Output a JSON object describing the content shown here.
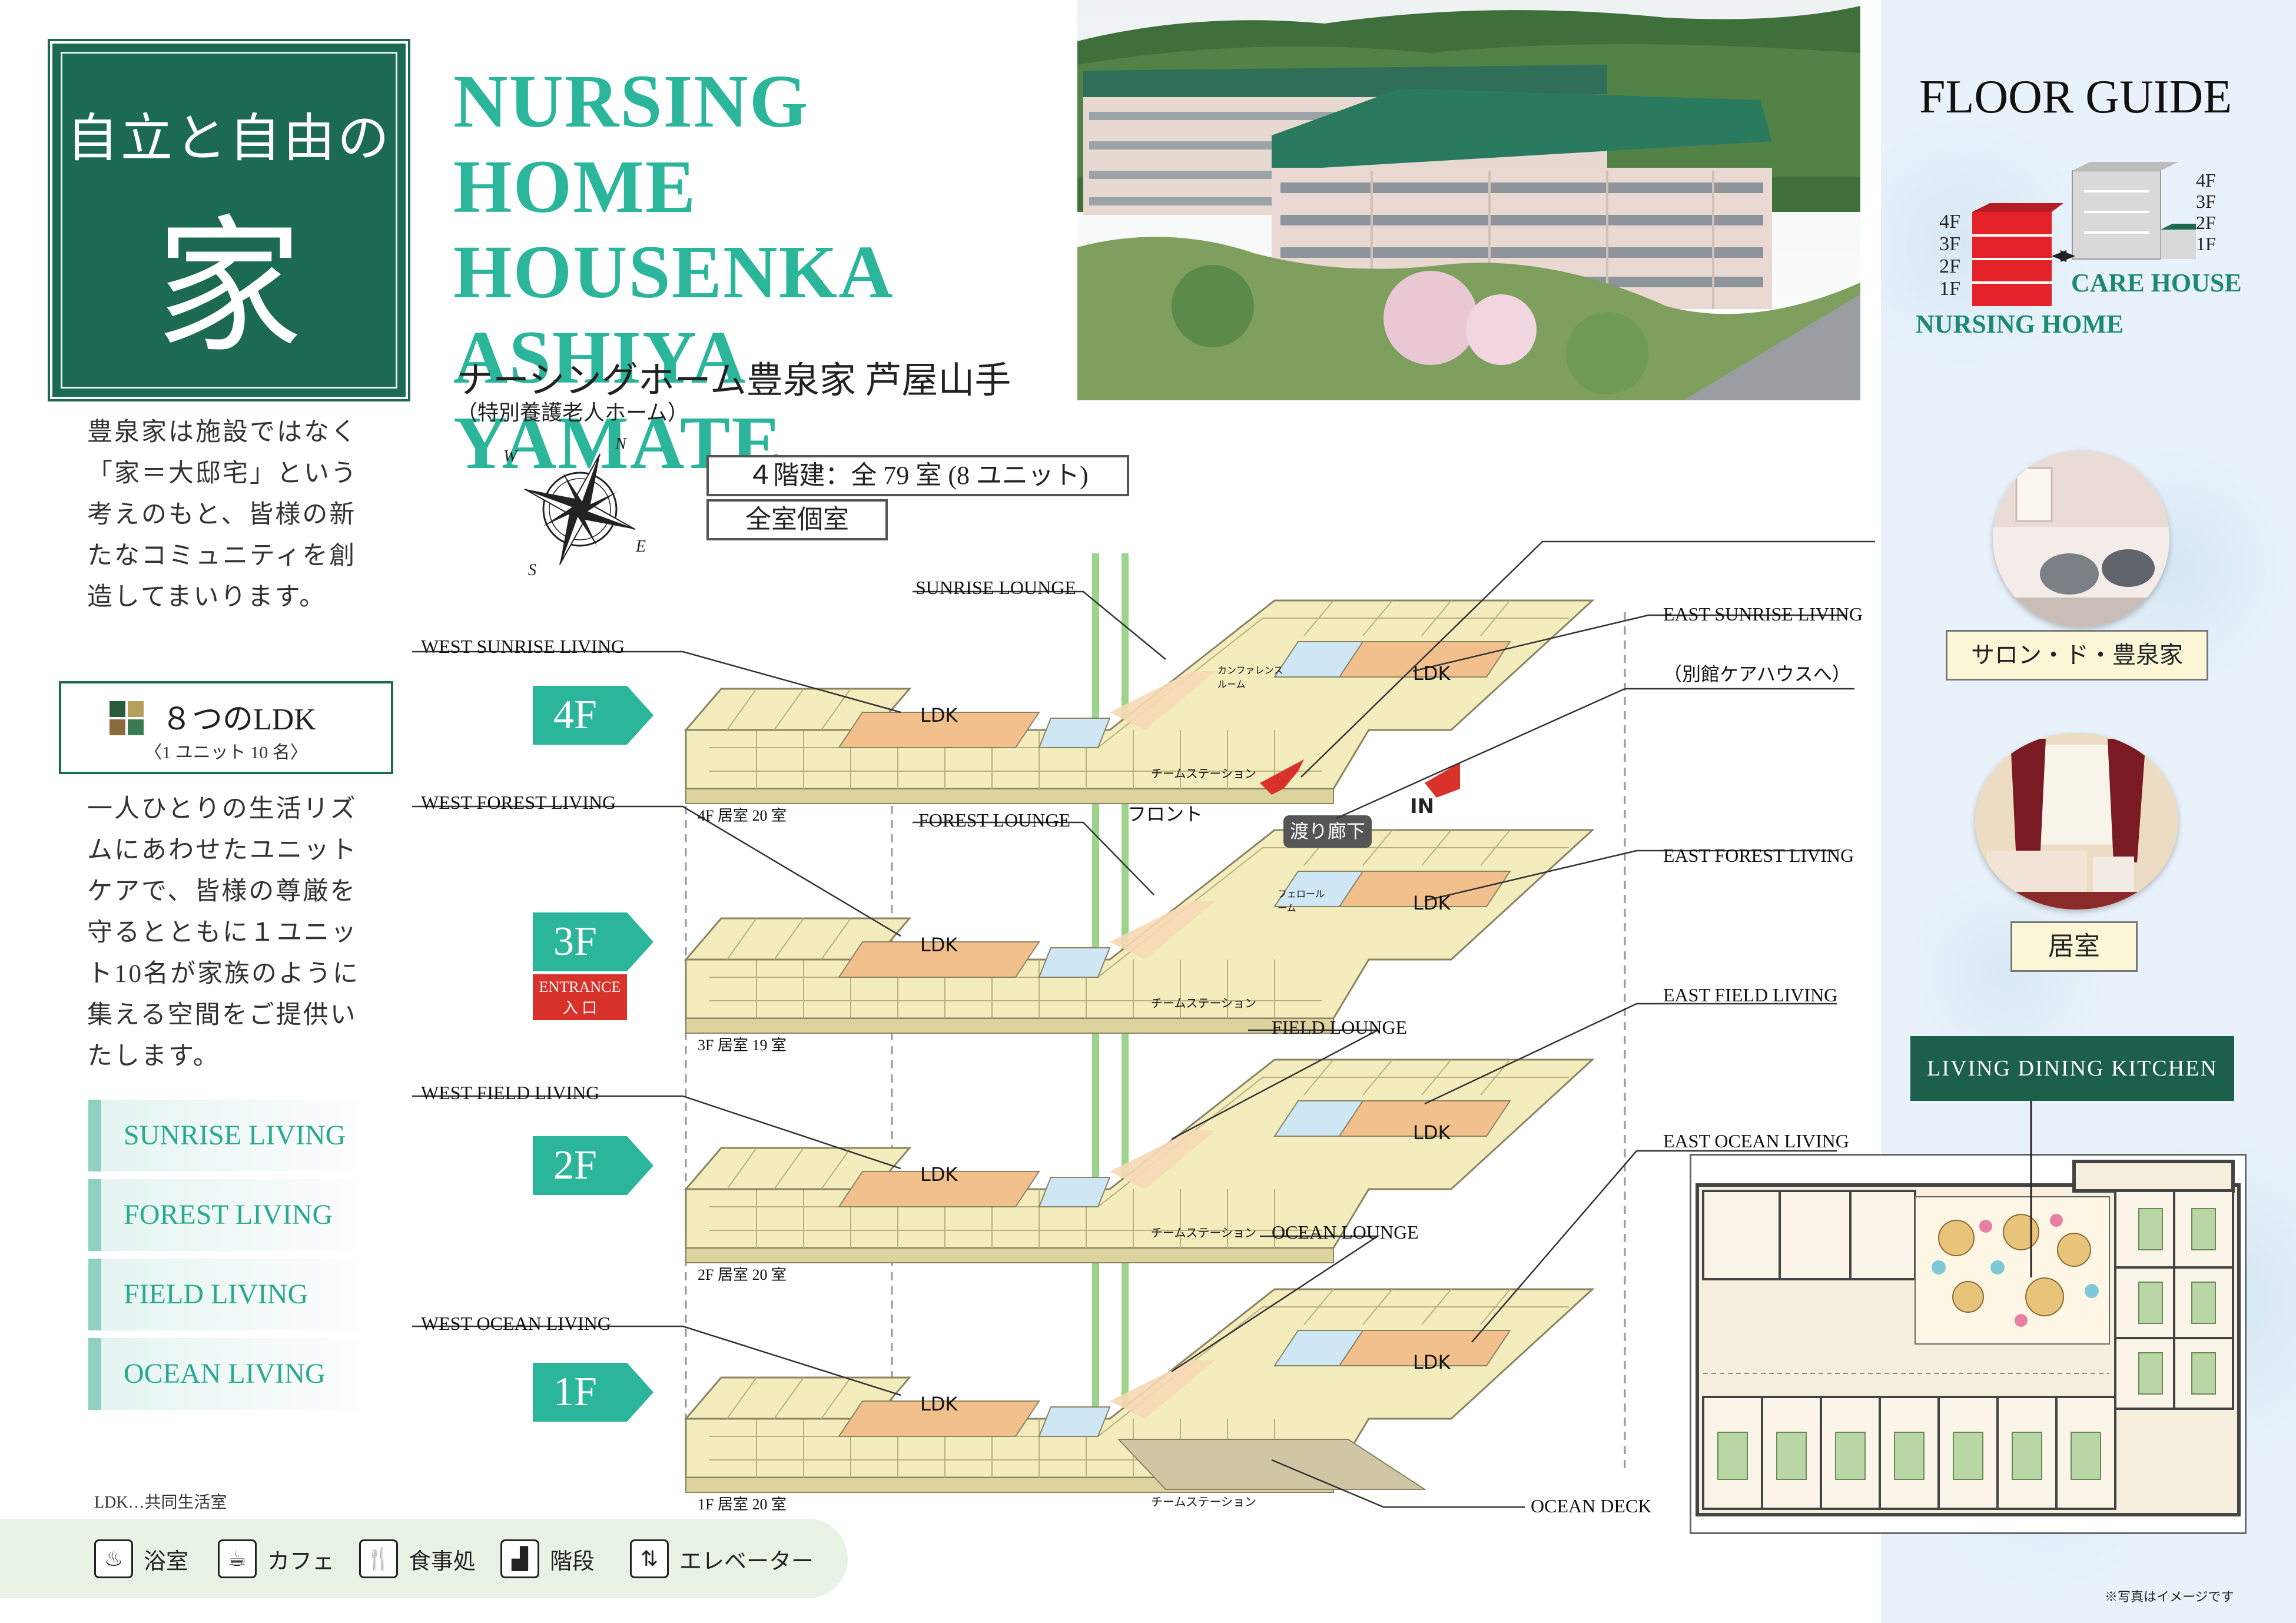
{
  "title": {
    "line1": "自立と自由の",
    "line2": "家"
  },
  "intro_text": "豊泉家は施設ではなく「家＝大邸宅」という考えのもと、皆様の新たなコミュニティを創造してまいります。",
  "ldk_box": {
    "title": "８つのLDK",
    "subtitle": "〈1 ユニット 10 名〉"
  },
  "ldk_desc": "一人ひとりの生活リズムにあわせたユニットケアで、皆様の尊厳を守るとともに１ユニット10名が家族のように集える空間をご提供いたします。",
  "livings": [
    "SUNRISE LIVING",
    "FOREST LIVING",
    "FIELD LIVING",
    "OCEAN LIVING"
  ],
  "ldk_note": "LDK…共同生活室",
  "legend": [
    {
      "icon": "bath-icon",
      "label": "浴室"
    },
    {
      "icon": "cafe-icon",
      "label": "カフェ"
    },
    {
      "icon": "dining-icon",
      "label": "食事処"
    },
    {
      "icon": "stairs-icon",
      "label": "階段"
    },
    {
      "icon": "elevator-icon",
      "label": "エレベーター"
    }
  ],
  "headline": [
    "NURSING HOME",
    "HOUSENKA",
    "ASHIYA YAMATE"
  ],
  "jp_name": "ナーシングホーム豊泉家 芦屋山手",
  "jp_sub": "（特別養護老人ホーム）",
  "floors_info": "４階建：全 79 室 (8 ユニット)",
  "rooms_info": "全室個室",
  "compass": {
    "n": "N",
    "e": "E",
    "s": "S",
    "w": "W"
  },
  "floors": [
    {
      "tag": "4F",
      "west": "WEST SUNRISE LIVING",
      "east": "EAST SUNRISE LIVING",
      "lounge": "SUNRISE LOUNGE",
      "rooms": "4F 居室 20 室"
    },
    {
      "tag": "3F",
      "west": "WEST FOREST LIVING",
      "east": "EAST FOREST LIVING",
      "lounge": "FOREST LOUNGE",
      "rooms": "3F 居室 19 室"
    },
    {
      "tag": "2F",
      "west": "WEST FIELD LIVING",
      "east": "EAST FIELD LIVING",
      "lounge": "FIELD LOUNGE",
      "rooms": "2F 居室 20 室"
    },
    {
      "tag": "1F",
      "west": "WEST OCEAN LIVING",
      "east": "EAST OCEAN LIVING",
      "lounge": "OCEAN LOUNGE",
      "rooms": "1F 居室 20 室"
    }
  ],
  "ldk_label": "LDK",
  "team_station": "チームステーション",
  "conference_room": "カンファレンスルーム",
  "fellow_room": "フェロールーム",
  "front_desk": "フロント",
  "corridor": "渡り廊下",
  "in_label": "IN",
  "annex_note": "（別館ケアハウスへ）",
  "entrance": {
    "en": "ENTRANCE",
    "jp": "入 口"
  },
  "ocean_deck": "OCEAN DECK",
  "floor_guide": {
    "title": "FLOOR GUIDE",
    "nursing_floors": [
      "4F",
      "3F",
      "2F",
      "1F"
    ],
    "care_floors": [
      "4F",
      "3F",
      "2F",
      "1F"
    ],
    "nursing_label": "NURSING HOME",
    "care_label": "CARE HOUSE"
  },
  "captions": {
    "salon": "サロン・ド・豊泉家",
    "room": "居室"
  },
  "ldk_kitchen_title": "LIVING DINING KITCHEN",
  "photo_note": "※写真はイメージです",
  "colors": {
    "brand_green": "#1c6a52",
    "teal": "#2bb59b",
    "floor_base": "#f3ecbd",
    "ldk": "#f2c08d",
    "lounge_blue": "#cfe6f4",
    "entrance_red": "#d9322b"
  }
}
